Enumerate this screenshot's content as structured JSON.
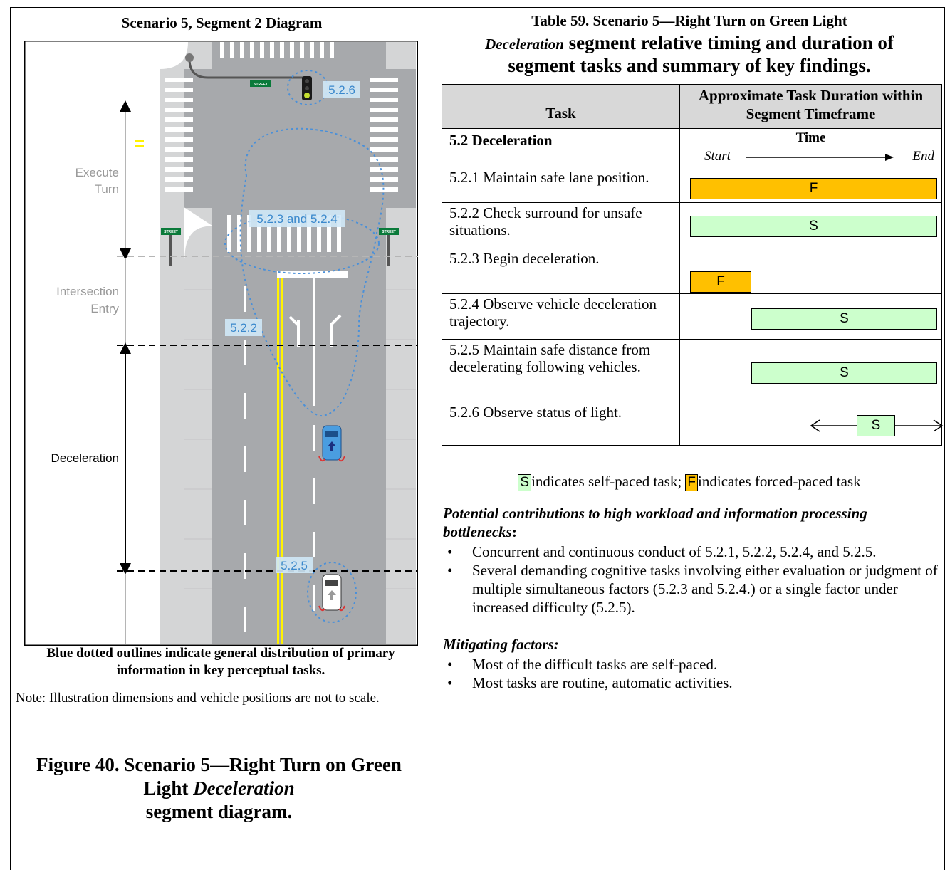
{
  "left": {
    "diagram_title": "Scenario 5, Segment 2 Diagram",
    "labels": {
      "execute_turn_1": "Execute",
      "execute_turn_2": "Turn",
      "intersection_entry_1": "Intersection",
      "intersection_entry_2": "Entry",
      "deceleration": "Deceleration",
      "street": "STREET",
      "tag_526": "5.2.6",
      "tag_523": "5.2.3 and 5.2.4",
      "tag_522": "5.2.2",
      "tag_525": "5.2.5"
    },
    "caption": "Blue dotted outlines indicate general distribution of primary information in key perceptual tasks.",
    "note": "Note: Illustration dimensions and vehicle positions are not to scale.",
    "figure_title_a": "Figure 40. Scenario 5—Right Turn on Green Light ",
    "figure_title_b": "Deceleration",
    "figure_title_c": " segment diagram."
  },
  "right": {
    "table_title_1": "Table 59. Scenario 5—Right Turn on Green Light",
    "table_title_2a": "Deceleration",
    "table_title_2b": " segment relative timing and duration of",
    "table_title_3": "segment tasks and summary of key findings.",
    "col_task": "Task",
    "col_duration": "Approximate Task Duration within Segment Timeframe",
    "section": "5.2 Deceleration",
    "time_label": "Time",
    "start_label": "Start",
    "end_label": "End",
    "tasks": [
      {
        "label": "5.2.1 Maintain safe lane position.",
        "pace": "F"
      },
      {
        "label": "5.2.2 Check surround for unsafe situations.",
        "pace": "S"
      },
      {
        "label": "5.2.3 Begin deceleration.",
        "pace": "F"
      },
      {
        "label": "5.2.4 Observe vehicle deceleration trajectory.",
        "pace": "S"
      },
      {
        "label": "5.2.5 Maintain safe distance from decelerating following vehicles.",
        "pace": "S"
      },
      {
        "label": "5.2.6 Observe status of light.",
        "pace": "S"
      }
    ],
    "legend_s": "S",
    "legend_s_text": "indicates self-paced task; ",
    "legend_f": "F",
    "legend_f_text": "indicates forced-paced task",
    "workload_heading": "Potential contributions to high workload and information processing bottlenecks",
    "workload_colon": ":",
    "workload_items": [
      "Concurrent and continuous conduct of 5.2.1, 5.2.2, 5.2.4, and 5.2.5.",
      "Several demanding cognitive tasks involving either evaluation or judgment of multiple simultaneous factors (5.2.3 and 5.2.4.) or a single factor under increased difficulty (5.2.5)."
    ],
    "mitigating_heading": "Mitigating factors:",
    "mitigating_items": [
      "Most of the difficult tasks are self-paced.",
      "Most tasks are routine, automatic activities."
    ]
  },
  "colors": {
    "forced": "#ffc000",
    "self": "#ccffcc",
    "dotted": "#4a90d9",
    "road": "#a7a9ac"
  }
}
